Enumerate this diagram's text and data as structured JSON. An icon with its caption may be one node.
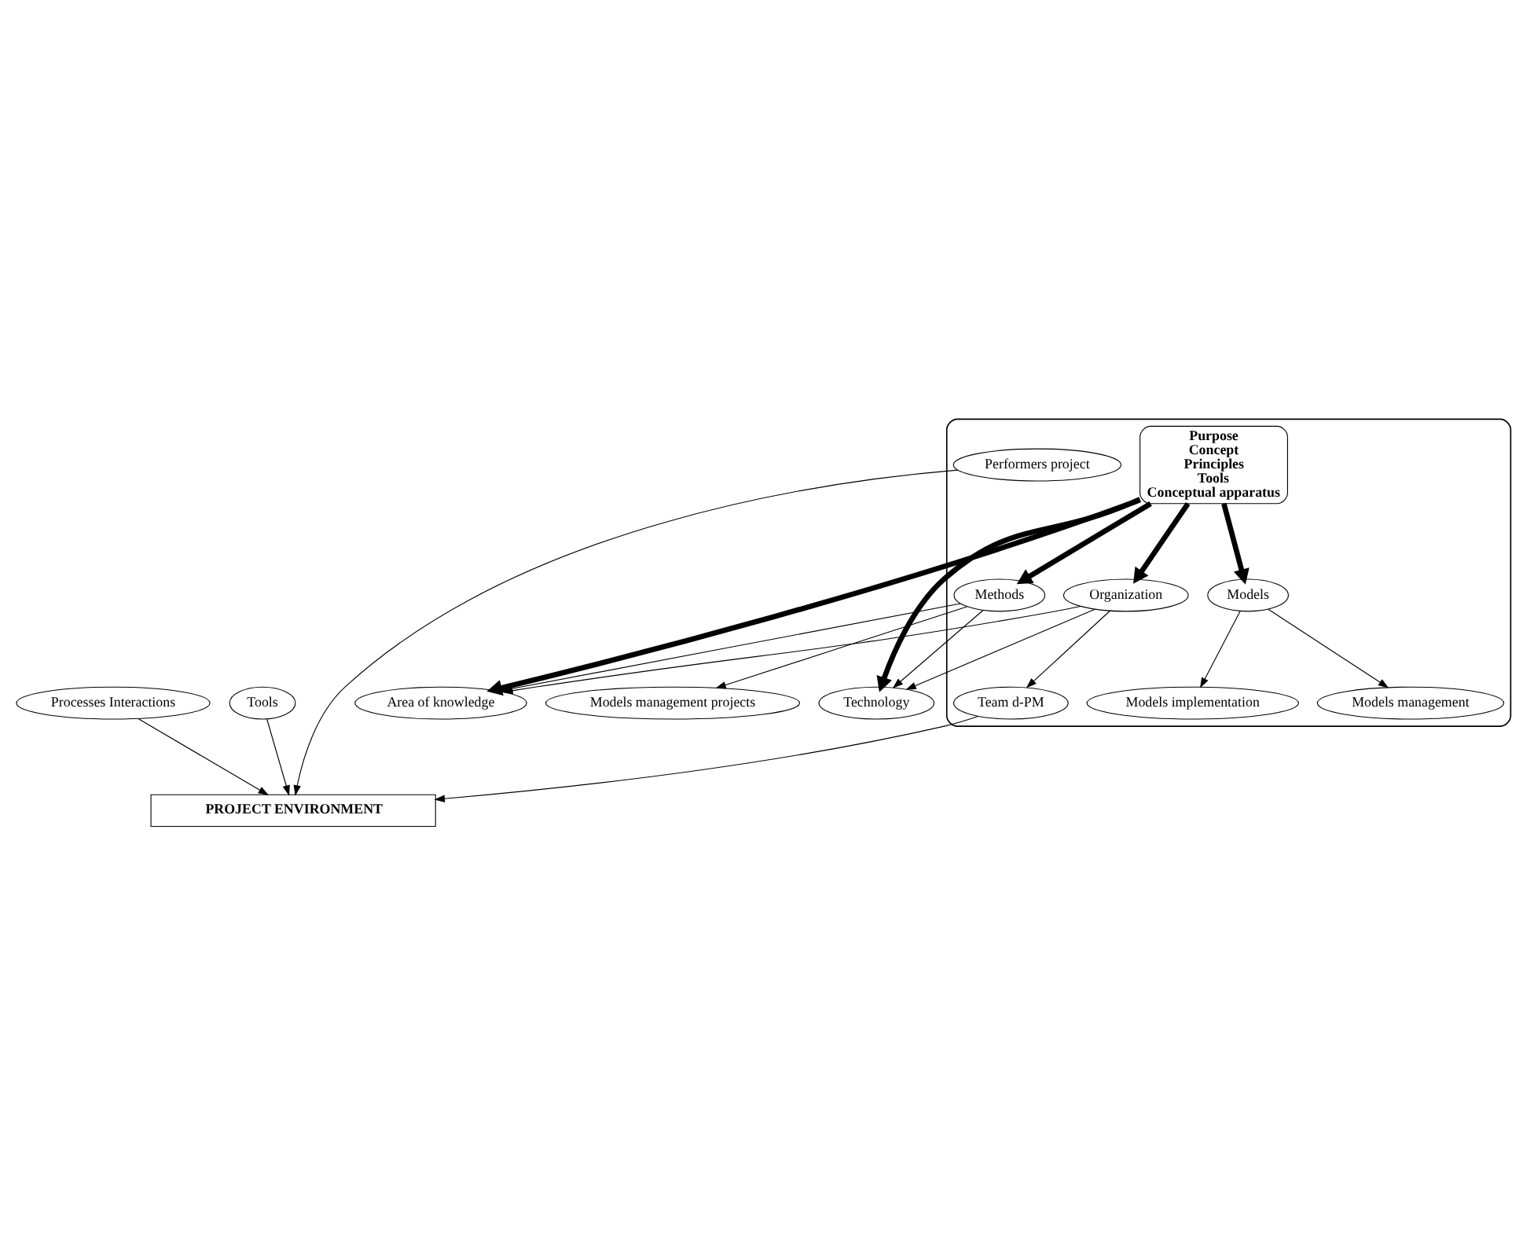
{
  "diagram": {
    "nodes": [
      {
        "text": [],
        "shape": "ellipse"
      },
      {
        "text": [
          "Models management projects"
        ]
      },
      {
        "text": [
          "Models management"
        ],
        "in": 0
      },
      {
        "text": [
          "Methods"
        ],
        "in": 0
      },
      {
        "text": [
          "Models"
        ],
        "in": 0
      },
      {
        "text": [
          "Models implementation"
        ],
        "in": 0
      },
      {
        "text": [
          "Area of knowledge"
        ]
      },
      {
        "text": [
          "Purpose",
          "Concept",
          "Principles",
          "Tools",
          "Conceptual apparatus"
        ],
        "in": 0
      },
      {
        "text": [
          "Processes Interactions"
        ]
      },
      {
        "text": [
          "Technology"
        ]
      },
      {
        "text": [
          "Organization"
        ],
        "in": 0
      },
      {
        "text": [
          "Team d-PM"
        ],
        "in": 0
      },
      {
        "text": [
          "Tools"
        ]
      },
      {
        "text": [
          "Performers project"
        ],
        "in": 0
      },
      {
        "text": [
          "PROJECT ENVIRONMENT"
        ]
      }
    ],
    "edges": [
      {
        "from": 3,
        "to": 1,
        "arrow": "to"
      },
      {
        "from": 4,
        "to": 2,
        "arrow": "to"
      },
      {
        "from": 4,
        "to": 5,
        "arrow": "to"
      },
      {
        "from": 7,
        "to": 3,
        "arrow": "to",
        "style": "thick"
      },
      {
        "from": 7,
        "to": 4,
        "arrow": "to",
        "style": "thick"
      },
      {
        "from": 7,
        "to": 6,
        "arrow": "to",
        "style": "thick"
      },
      {
        "from": 3,
        "to": 6,
        "arrow": "to"
      },
      {
        "from": 3,
        "to": 9,
        "arrow": "to"
      },
      {
        "from": 7,
        "to": 9,
        "arrow": "to",
        "style": "thick"
      },
      {
        "from": 7,
        "to": 10,
        "arrow": "to",
        "style": "thick"
      },
      {
        "from": 10,
        "to": 6,
        "arrow": "to"
      },
      {
        "from": 10,
        "to": 9,
        "arrow": "to"
      },
      {
        "from": 10,
        "to": 11,
        "arrow": "to"
      },
      {
        "from": 8,
        "to": 14,
        "arrow": "to"
      },
      {
        "from": 12,
        "to": 14,
        "arrow": "to"
      },
      {
        "from": 13,
        "to": 14,
        "arrow": "to"
      },
      {
        "from": 11,
        "to": 14,
        "arrow": "to"
      }
    ]
  }
}
